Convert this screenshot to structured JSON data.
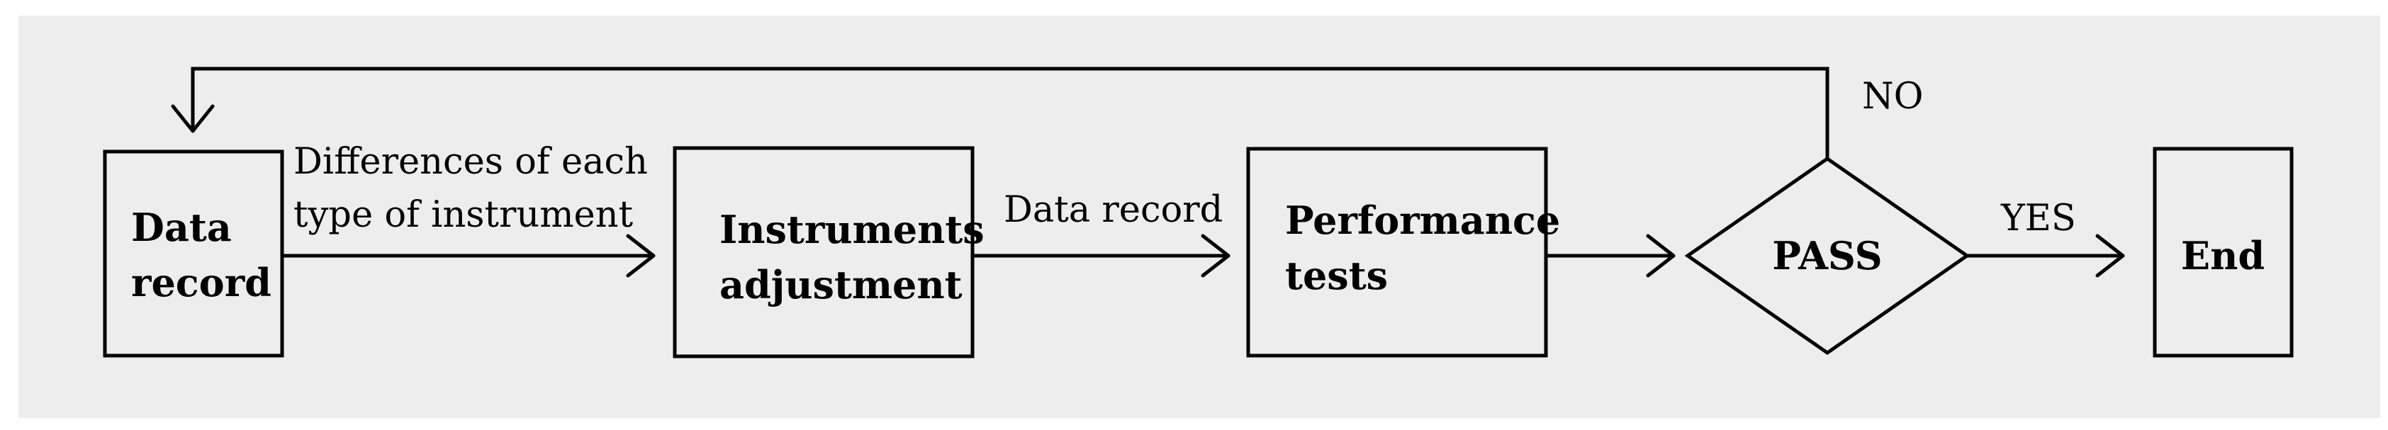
{
  "diagram": {
    "nodes": {
      "data_record": {
        "line1": "Data",
        "line2": "record"
      },
      "instruments_adjustment": {
        "line1": "Instruments",
        "line2": "adjustment"
      },
      "performance_tests": {
        "line1": "Performance",
        "line2": "tests"
      },
      "pass": {
        "label": "PASS"
      },
      "end": {
        "label": "End"
      }
    },
    "edges": {
      "differences": {
        "line1": "Differences of each",
        "line2": "type of instrument"
      },
      "data_record": {
        "label": "Data record"
      },
      "yes": {
        "label": "YES"
      },
      "no": {
        "label": "NO"
      }
    },
    "colors": {
      "background": "#ededed",
      "stroke": "#000000"
    }
  }
}
